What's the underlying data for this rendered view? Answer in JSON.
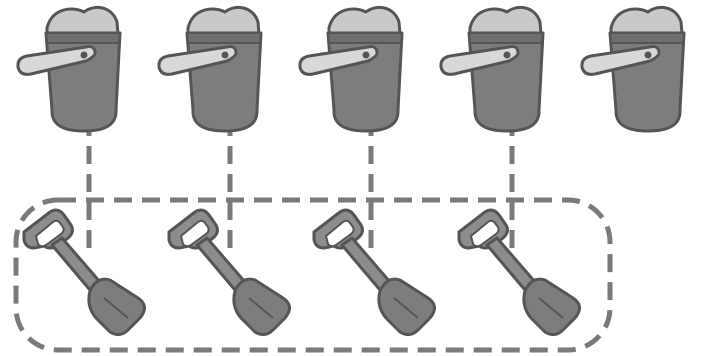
{
  "scene": {
    "bucket_count": 5,
    "shovel_count": 4,
    "connector_count": 4,
    "group_boundary": "dashed-rounded-rectangle"
  },
  "colors": {
    "bucket_body": "#7d7d7d",
    "bucket_rim": "#6f6f6f",
    "sand": "#c9c9c9",
    "handle": "#d8d8d8",
    "outline": "#555555",
    "shovel_blade": "#7d7d7d",
    "shovel_handle": "#8c8c8c",
    "dashes": "#7a7a7a"
  },
  "icons": {
    "bucket": "sand-bucket-icon",
    "shovel": "shovel-icon"
  }
}
